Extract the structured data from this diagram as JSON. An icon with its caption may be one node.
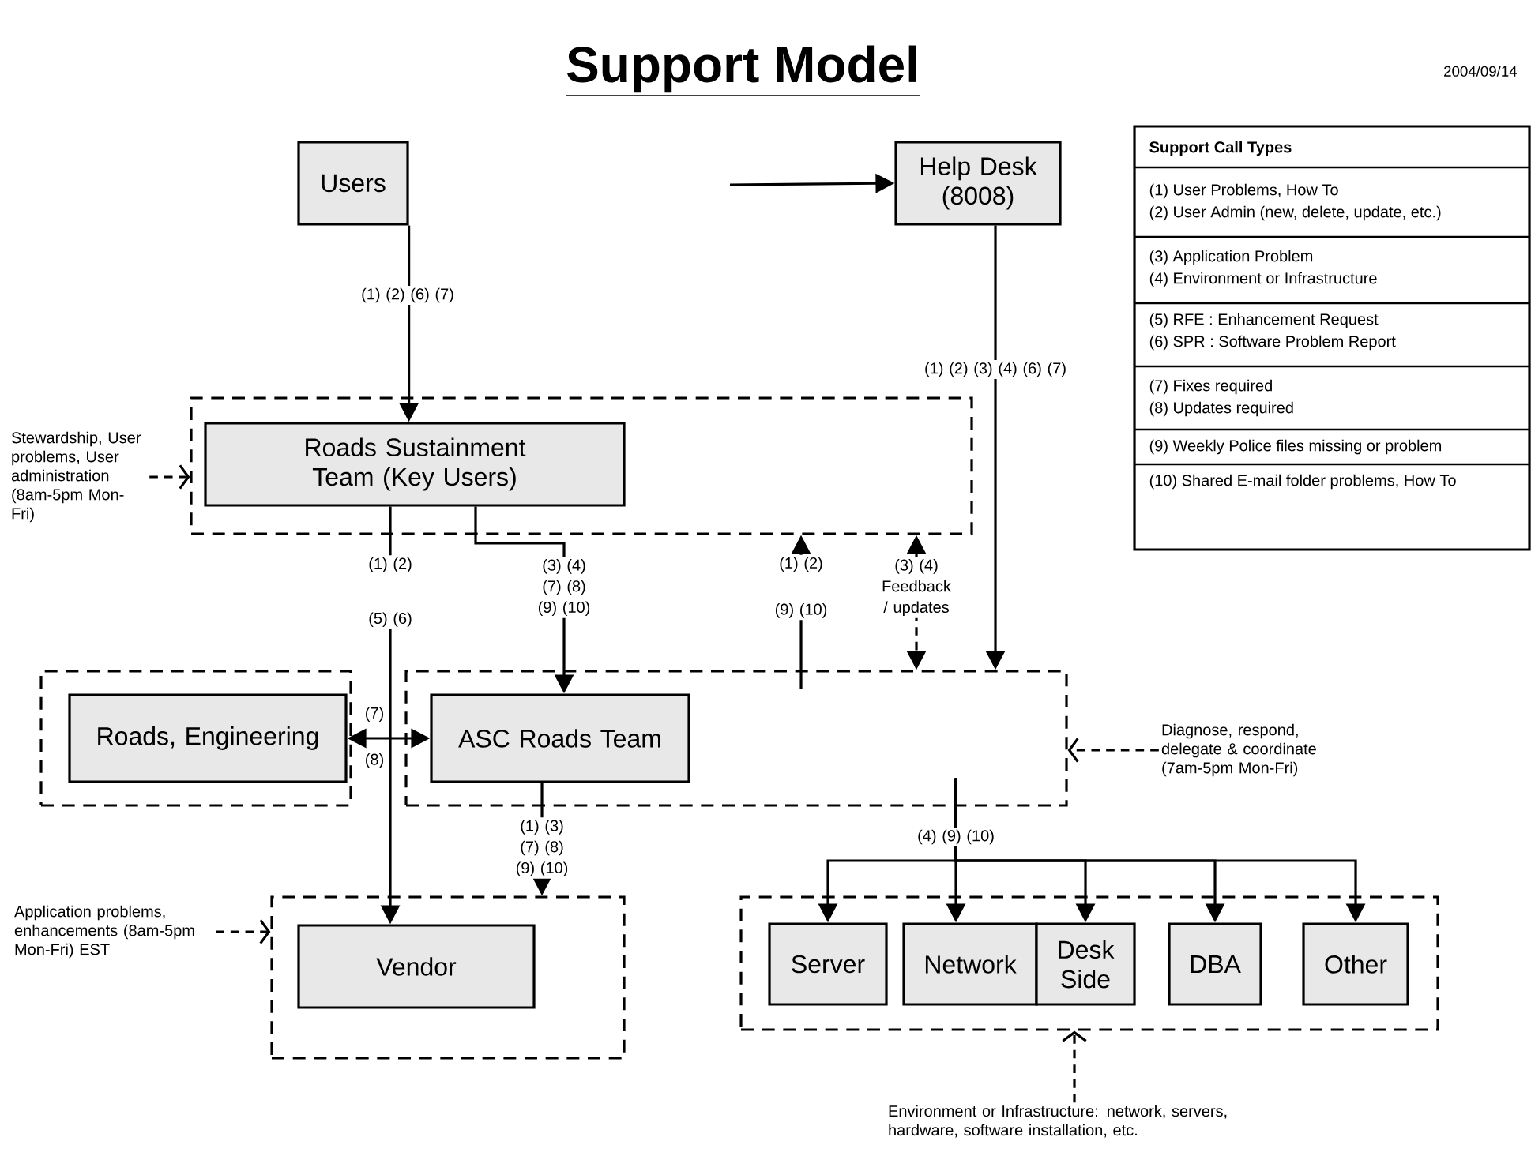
{
  "diagram": {
    "title": "Support Model",
    "nodes": [
      {
        "text": [
          "Users"
        ]
      },
      {
        "text": [
          "Help Desk (8008)"
        ]
      },
      {
        "text": [],
        "shape": "box"
      },
      {
        "text": [
          "Roads Sustainment Team (Key Users)"
        ],
        "in": 2
      },
      {
        "text": [],
        "shape": "box"
      },
      {
        "text": [
          "Roads, Engineering"
        ],
        "in": 4
      },
      {
        "text": [],
        "shape": "box"
      },
      {
        "text": [
          "ASC Roads Team"
        ],
        "in": 6
      },
      {
        "text": [],
        "shape": "box"
      },
      {
        "text": [
          "Vendor"
        ],
        "in": 8
      },
      {
        "text": [],
        "shape": "box"
      },
      {
        "text": [
          "Server"
        ],
        "in": 10
      },
      {
        "text": [
          "Network"
        ],
        "in": 10
      },
      {
        "text": [
          "Desk Side"
        ],
        "in": 10
      },
      {
        "text": [
          "DBA"
        ],
        "in": 10
      },
      {
        "text": [
          "Other"
        ],
        "in": 10
      },
      {
        "text": [
          "Stewardship, User problems, User administration (8am-5pm Mon-Fri)"
        ]
      },
      {
        "text": [
          "Diagnose, respond, delegate & coordinate (7am-5pm Mon-Fri)"
        ]
      },
      {
        "text": [
          "Application problems, enhancements (8am-5pm Mon-Fri) EST"
        ]
      },
      {
        "text": [
          "Environment or Infrastructure: network, servers, hardware, software installation, etc."
        ]
      },
      {
        "text": [
          "Support Call Types",
          "(1) User Problems, How To",
          "(2) User Admin (new, delete, update, etc.)",
          "(3) Application Problem",
          "(4) Environment or Infrastructure",
          "(5) RFE : Enhancement Request",
          "(6) SPR : Software Problem Report",
          "(7) Fixes required",
          "(8) Updates required",
          "(9) Weekly Police files missing or problem",
          "(10) Shared E-mail folder problems, How To"
        ]
      }
    ],
    "edges": [
      {
        "from": 0,
        "to": 3,
        "arrow": "to",
        "label": "(1) (2) (6) (7)"
      },
      {
        "from": null,
        "to": 1,
        "arrow": "to"
      },
      {
        "from": 1,
        "to": 6,
        "arrow": "to",
        "label": "(1) (2) (3) (4) (6) (7)"
      },
      {
        "from": 3,
        "to": 9,
        "arrow": "to",
        "label": "(1) (2) (5) (6)"
      },
      {
        "from": 3,
        "to": 7,
        "arrow": "to",
        "label": "(3) (4) (7) (8) (9) (10)"
      },
      {
        "from": 6,
        "to": 2,
        "arrow": "to",
        "label": "(1) (2) (9) (10)"
      },
      {
        "from": 2,
        "to": 6,
        "arrow": "both",
        "style": "dashed",
        "label": "(3) (4) Feedback / updates"
      },
      {
        "from": 5,
        "to": 7,
        "arrow": "both",
        "label": "(7) (8)"
      },
      {
        "from": 7,
        "to": 8,
        "arrow": "to",
        "label": "(1) (3) (7) (8) (9) (10)"
      },
      {
        "from": 6,
        "to": 11,
        "arrow": "to"
      },
      {
        "from": 6,
        "to": 12,
        "arrow": "to",
        "label": "(4) (9) (10)"
      },
      {
        "from": 6,
        "to": 13,
        "arrow": "to"
      },
      {
        "from": 6,
        "to": 14,
        "arrow": "to"
      },
      {
        "from": 6,
        "to": 15,
        "arrow": "to"
      },
      {
        "from": 16,
        "to": 2,
        "arrow": "to",
        "style": "dashed"
      },
      {
        "from": 17,
        "to": 6,
        "arrow": "to",
        "style": "dashed"
      },
      {
        "from": 18,
        "to": 8,
        "arrow": "to",
        "style": "dashed"
      },
      {
        "from": 19,
        "to": 10,
        "arrow": "to",
        "style": "dashed"
      }
    ],
    "labels": [
      "2004/09/14"
    ]
  }
}
